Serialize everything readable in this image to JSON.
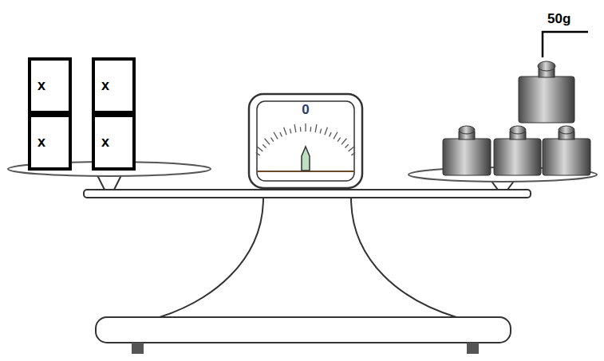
{
  "diagram": {
    "nodes": [
      {
        "text": [
          "x"
        ]
      },
      {
        "text": [
          "x"
        ]
      },
      {
        "text": [
          "x"
        ]
      },
      {
        "text": [
          "x"
        ]
      }
    ],
    "labels": [
      "50g",
      "0"
    ]
  }
}
